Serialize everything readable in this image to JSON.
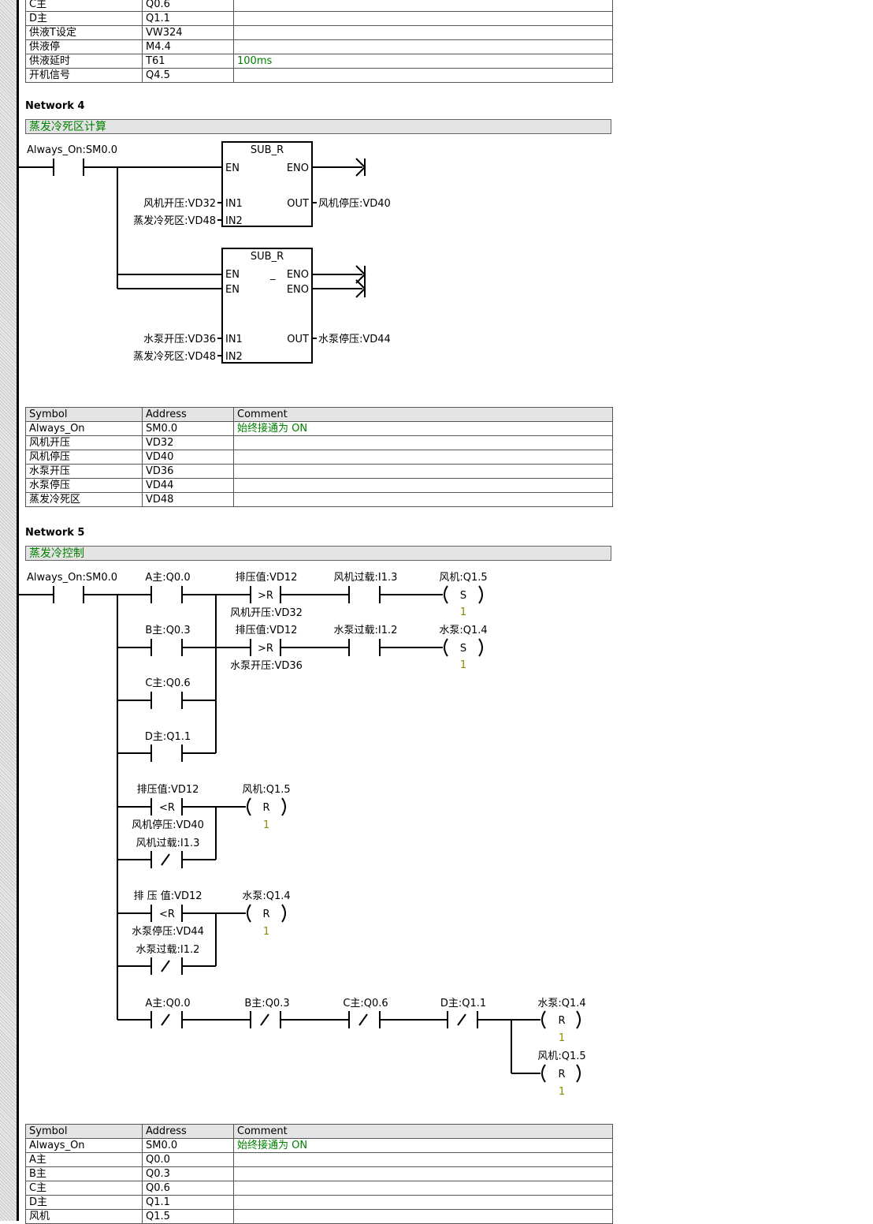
{
  "top_table": {
    "rows": [
      {
        "symbol": "C主",
        "address": "Q0.6",
        "comment": ""
      },
      {
        "symbol": "D主",
        "address": "Q1.1",
        "comment": ""
      },
      {
        "symbol": "供液T设定",
        "address": "VW324",
        "comment": ""
      },
      {
        "symbol": "供液停",
        "address": "M4.4",
        "comment": ""
      },
      {
        "symbol": "供液延时",
        "address": "T61",
        "comment": "100ms"
      },
      {
        "symbol": "开机信号",
        "address": "Q4.5",
        "comment": ""
      }
    ]
  },
  "network4": {
    "title": "Network 4",
    "comment": "蒸发冷死区计算",
    "contact_label": "Always_On:SM0.0",
    "box1": {
      "name": "SUB_R",
      "en": "EN",
      "eno": "ENO",
      "in1": "IN1",
      "in2": "IN2",
      "out": "OUT",
      "in1_label": "风机开压:VD32",
      "in2_label": "蒸发冷死区:VD48",
      "out_label": "风机停压:VD40"
    },
    "box2": {
      "name": "SUB_R",
      "en": "EN",
      "eno": "ENO",
      "in1": "IN1",
      "in2": "IN2",
      "out": "OUT",
      "in1_label": "水泵开压:VD36",
      "in2_label": "蒸发冷死区:VD48",
      "out_label": "水泵停压:VD44",
      "ghost_en": "EN",
      "ghost_eno": "ENO",
      "ghost_dash": "_"
    },
    "table": {
      "headers": [
        "Symbol",
        "Address",
        "Comment"
      ],
      "rows": [
        {
          "symbol": "Always_On",
          "address": "SM0.0",
          "comment": "始终接通为 ON"
        },
        {
          "symbol": "风机开压",
          "address": "VD32",
          "comment": ""
        },
        {
          "symbol": "风机停压",
          "address": "VD40",
          "comment": ""
        },
        {
          "symbol": "水泵开压",
          "address": "VD36",
          "comment": ""
        },
        {
          "symbol": "水泵停压",
          "address": "VD44",
          "comment": ""
        },
        {
          "symbol": "蒸发冷死区",
          "address": "VD48",
          "comment": ""
        }
      ]
    }
  },
  "network5": {
    "title": "Network 5",
    "comment": "蒸发冷控制",
    "labels": {
      "always_on": "Always_On:SM0.0",
      "a_main": "A主:Q0.0",
      "b_main": "B主:Q0.3",
      "c_main": "C主:Q0.6",
      "d_main": "D主:Q1.1",
      "pressure": "排压值:VD12",
      "fan_start": "风机开压:VD32",
      "pump_start": "水泵开压:VD36",
      "fan_overload": "风机过载:I1.3",
      "pump_overload": "水泵过载:I1.2",
      "fan": "风机:Q1.5",
      "pump": "水泵:Q1.4",
      "cmp_gt": ">R",
      "cmp_lt": "<R",
      "set": "S",
      "reset": "R",
      "one": "1",
      "pressure2": "排压值:VD12",
      "fan_stop": "风机停压:VD40",
      "fan_overload2": "风机过载:I1.3",
      "pressure3": "排 压 值:VD12",
      "pump_stop": "水泵停压:VD44",
      "pump_overload2": "水泵过载:I1.2",
      "a_main2": "A主:Q0.0",
      "b_main2": "B主:Q0.3",
      "c_main2": "C主:Q0.6",
      "d_main2": "D主:Q1.1",
      "pump2": "水泵:Q1.4",
      "fan2": "风机:Q1.5",
      "slash": "/"
    },
    "table": {
      "headers": [
        "Symbol",
        "Address",
        "Comment"
      ],
      "rows": [
        {
          "symbol": "Always_On",
          "address": "SM0.0",
          "comment": "始终接通为 ON"
        },
        {
          "symbol": "A主",
          "address": "Q0.0",
          "comment": ""
        },
        {
          "symbol": "B主",
          "address": "Q0.3",
          "comment": ""
        },
        {
          "symbol": "C主",
          "address": "Q0.6",
          "comment": ""
        },
        {
          "symbol": "D主",
          "address": "Q1.1",
          "comment": ""
        },
        {
          "symbol": "风机",
          "address": "Q1.5",
          "comment": ""
        }
      ]
    }
  }
}
